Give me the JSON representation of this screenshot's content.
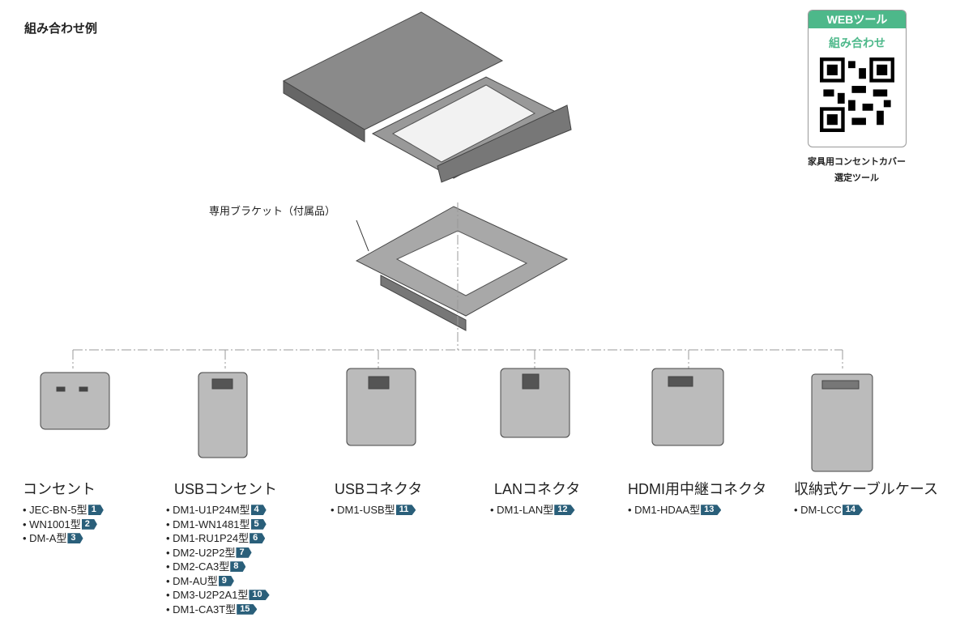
{
  "title": "組み合わせ例",
  "web_tool": {
    "header": "WEBツール",
    "subtitle": "組み合わせ",
    "caption_line1": "家具用コンセントカバー",
    "caption_line2": "選定ツール"
  },
  "bracket_label": "専用ブラケット（付属品）",
  "badge_color": "#2a5f7a",
  "categories": [
    {
      "name": "コンセント",
      "items": [
        {
          "model": "JEC-BN-5型",
          "no": "1"
        },
        {
          "model": "WN1001型",
          "no": "2"
        },
        {
          "model": "DM-A型",
          "no": "3"
        }
      ]
    },
    {
      "name": "USBコンセント",
      "items": [
        {
          "model": "DM1-U1P24M型",
          "no": "4"
        },
        {
          "model": "DM1-WN1481型",
          "no": "5"
        },
        {
          "model": "DM1-RU1P24型",
          "no": "6"
        },
        {
          "model": "DM2-U2P2型",
          "no": "7"
        },
        {
          "model": "DM2-CA3型",
          "no": "8"
        },
        {
          "model": "DM-AU型",
          "no": "9"
        },
        {
          "model": "DM3-U2P2A1型",
          "no": "10"
        },
        {
          "model": "DM1-CA3T型",
          "no": "15"
        }
      ]
    },
    {
      "name": "USBコネクタ",
      "items": [
        {
          "model": "DM1-USB型",
          "no": "11"
        }
      ]
    },
    {
      "name": "LANコネクタ",
      "items": [
        {
          "model": "DM1-LAN型",
          "no": "12"
        }
      ]
    },
    {
      "name": "HDMI用中継コネクタ",
      "items": [
        {
          "model": "DM1-HDAA型",
          "no": "13"
        }
      ]
    },
    {
      "name": "収納式ケーブルケース",
      "items": [
        {
          "model": "DM-LCC",
          "no": "14"
        }
      ]
    }
  ]
}
